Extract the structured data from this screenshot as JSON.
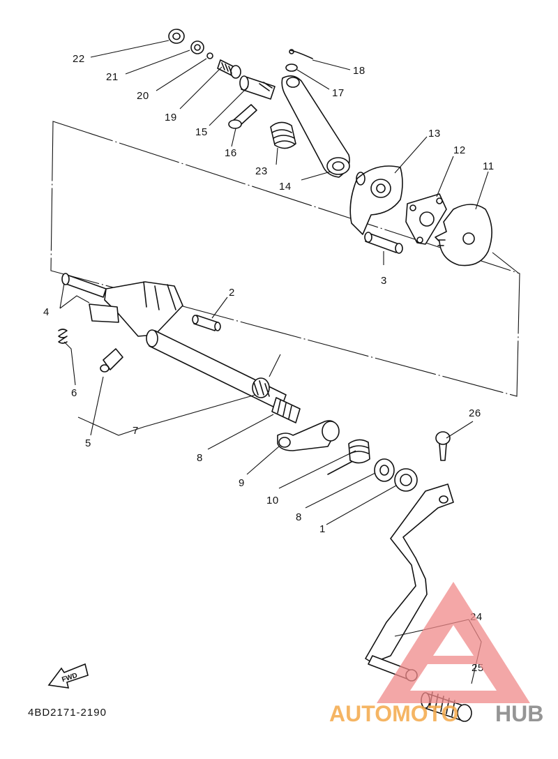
{
  "diagram": {
    "part_code": "4BD2171-2190",
    "direction_label": "FWD",
    "callouts": {
      "c22": "22",
      "c21": "21",
      "c20": "20",
      "c19": "19",
      "c15": "15",
      "c16": "16",
      "c23": "23",
      "c14": "14",
      "c18": "18",
      "c17": "17",
      "c13": "13",
      "c12": "12",
      "c11": "11",
      "c3": "3",
      "c2": "2",
      "c4": "4",
      "c6": "6",
      "c5": "5",
      "c7": "7",
      "c8a": "8",
      "c9": "9",
      "c10": "10",
      "c8b": "8",
      "c1": "1",
      "c26": "26",
      "c24": "24",
      "c25": "25"
    }
  },
  "watermark": {
    "text_auto": "AUTOMOTO",
    "text_hub": "HUB",
    "auto_color": "#f4a94a",
    "hub_color": "#8a8a8a",
    "triangle_color": "#f08a8a"
  }
}
